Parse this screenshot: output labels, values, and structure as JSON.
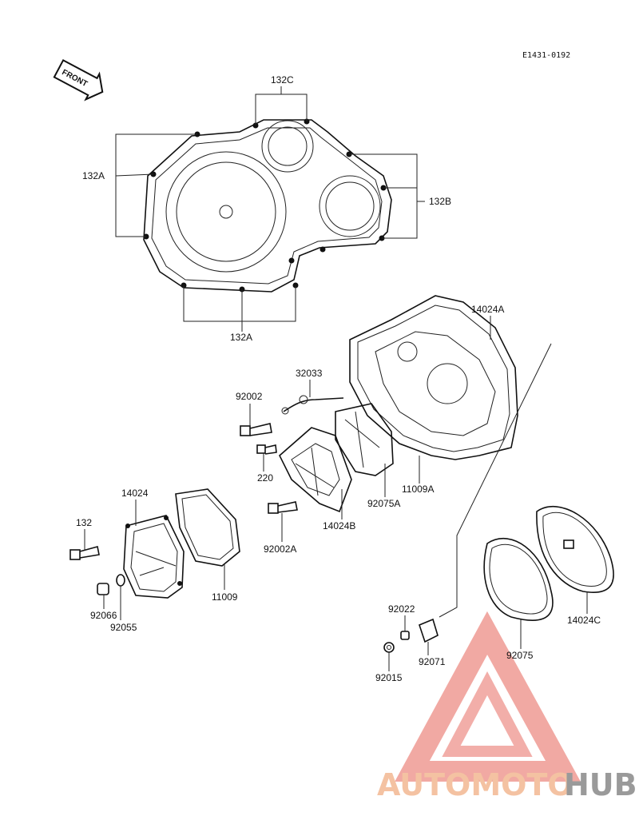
{
  "diagram": {
    "code": "E1431-0192",
    "front_label": "FRONT",
    "watermark": {
      "part1": "AUTOMOTO",
      "part2": "HUB",
      "accent_color": "#e85a4f",
      "text_color": "#f4b48c",
      "hub_color": "#999999"
    },
    "parts": [
      {
        "id": "132C",
        "label": "132C"
      },
      {
        "id": "132A_top",
        "label": "132A"
      },
      {
        "id": "132B",
        "label": "132B"
      },
      {
        "id": "132A_bottom",
        "label": "132A"
      },
      {
        "id": "14024A",
        "label": "14024A"
      },
      {
        "id": "32033",
        "label": "32033"
      },
      {
        "id": "92002",
        "label": "92002"
      },
      {
        "id": "220",
        "label": "220"
      },
      {
        "id": "11009A",
        "label": "11009A"
      },
      {
        "id": "92075A",
        "label": "92075A"
      },
      {
        "id": "14024B",
        "label": "14024B"
      },
      {
        "id": "92002A",
        "label": "92002A"
      },
      {
        "id": "14024",
        "label": "14024"
      },
      {
        "id": "132",
        "label": "132"
      },
      {
        "id": "11009",
        "label": "11009"
      },
      {
        "id": "92066",
        "label": "92066"
      },
      {
        "id": "92055",
        "label": "92055"
      },
      {
        "id": "92022",
        "label": "92022"
      },
      {
        "id": "92071",
        "label": "92071"
      },
      {
        "id": "92015",
        "label": "92015"
      },
      {
        "id": "92075",
        "label": "92075"
      },
      {
        "id": "14024C",
        "label": "14024C"
      }
    ]
  }
}
